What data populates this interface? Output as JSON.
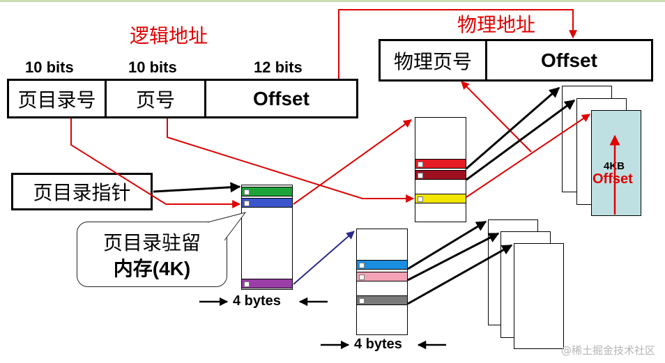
{
  "diagram": {
    "logical_address_title": "逻辑地址",
    "physical_address_title": "物理地址",
    "bit_labels": {
      "directory": "10 bits",
      "page": "10 bits",
      "offset": "12 bits"
    },
    "logical_fields": {
      "directory": "页目录号",
      "page": "页号",
      "offset": "Offset"
    },
    "physical_fields": {
      "frame": "物理页号",
      "offset": "Offset"
    },
    "directory_pointer_label": "页目录指针",
    "callout": {
      "line1": "页目录驻留",
      "line2": "内存(4K)"
    },
    "entry_size_label": "4 bytes",
    "page_frame": {
      "size": "4KB",
      "offset": "Offset"
    },
    "colors": {
      "address_arrow": "#e00000",
      "entry_green": "#1ea33a",
      "entry_blue": "#3a55cc",
      "entry_purple": "#9b3fa8",
      "entry_red": "#e51c24",
      "entry_dark_red": "#9e1020",
      "entry_yellow": "#f2e600",
      "entry_cyan": "#1c8ee0",
      "entry_pink": "#f4a3b6",
      "entry_gray": "#7a7a7a",
      "frame_fill": "#bfe0e3",
      "arrow_dark_blue": "#2a2a8c"
    }
  },
  "watermark": "@稀土掘金技术社区"
}
